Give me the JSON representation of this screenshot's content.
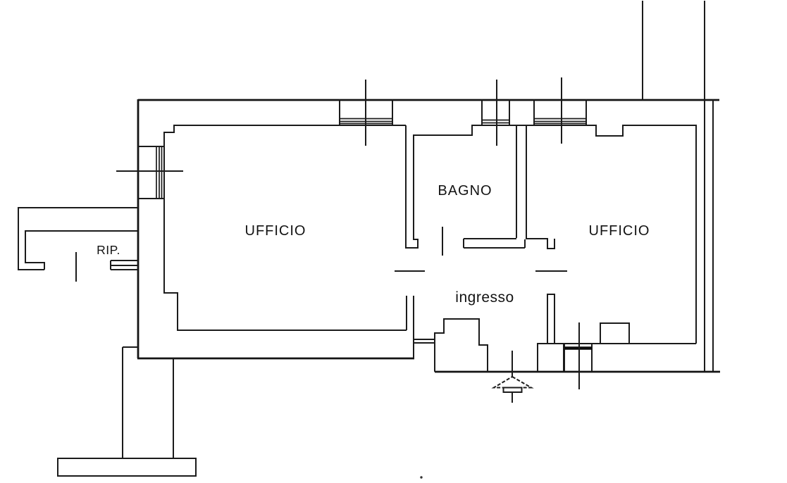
{
  "plan": {
    "type": "floor-plan",
    "background": "#ffffff",
    "line_color": "#1b1b1b",
    "rooms": [
      {
        "id": "ufficio-left",
        "label": "UFFICIO"
      },
      {
        "id": "bagno",
        "label": "BAGNO"
      },
      {
        "id": "ufficio-right",
        "label": "UFFICIO"
      },
      {
        "id": "ripostiglio",
        "label": "RIP."
      },
      {
        "id": "ingresso",
        "label": "ingresso"
      }
    ]
  }
}
